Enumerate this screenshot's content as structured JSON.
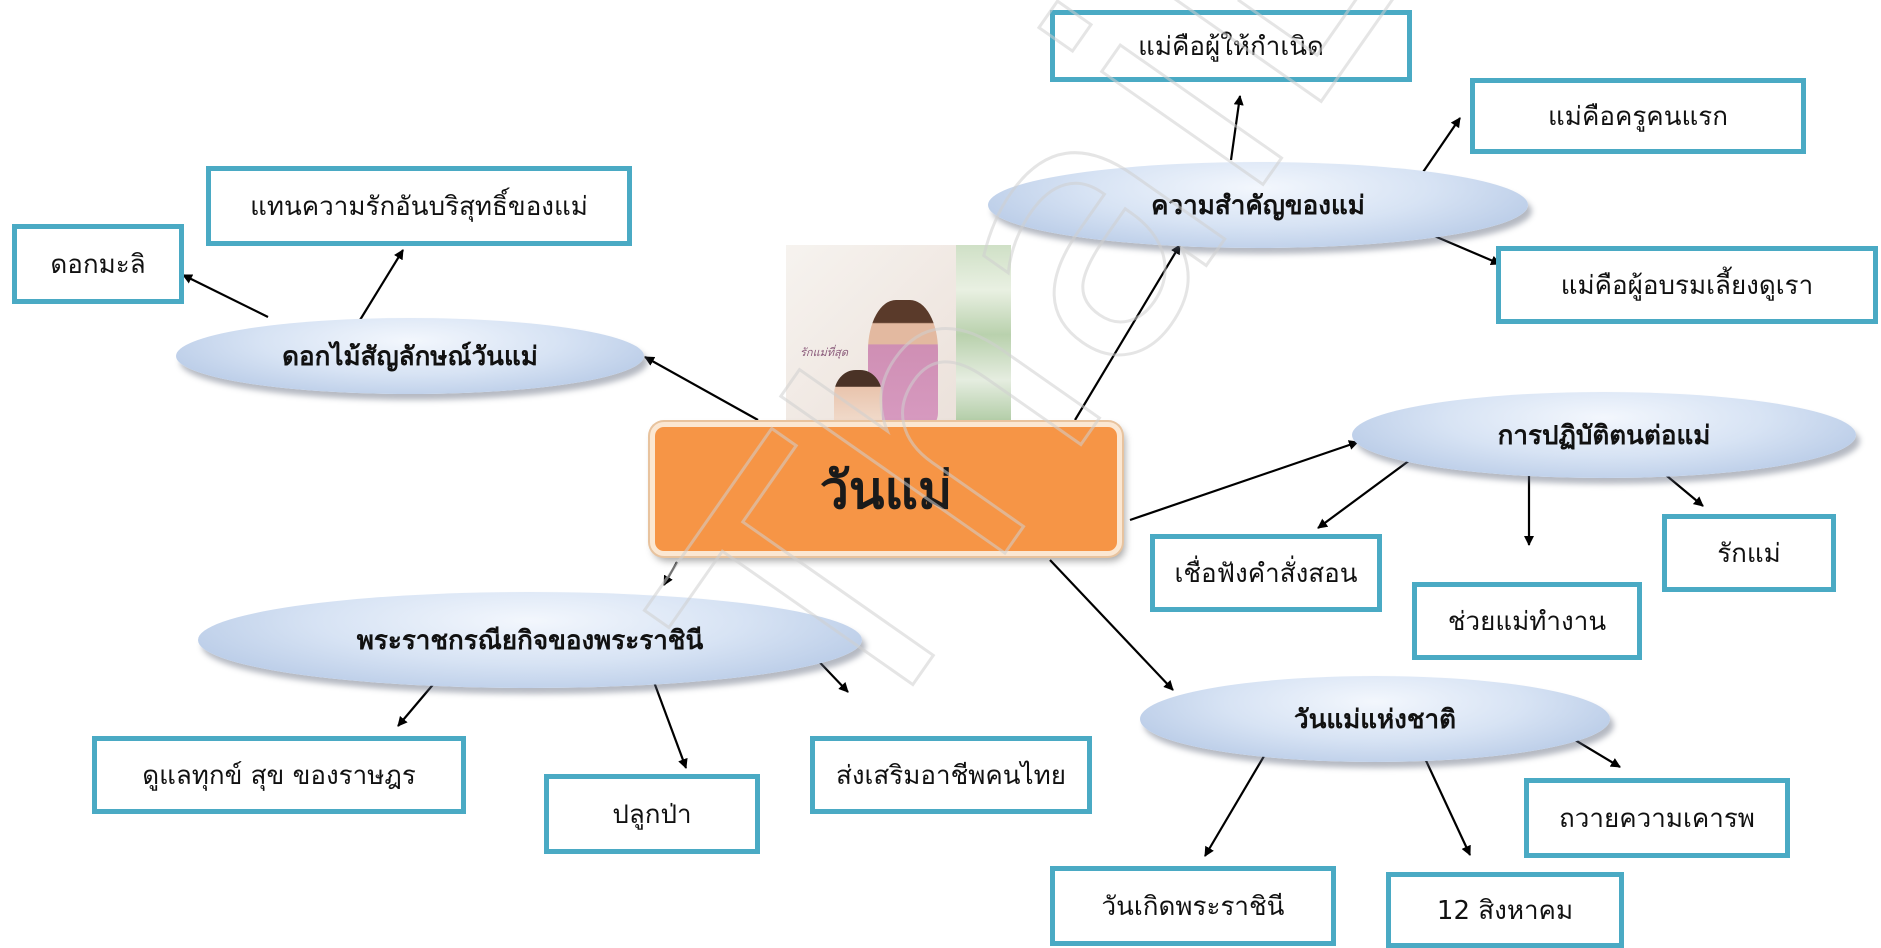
{
  "center": {
    "title": "วันแม่",
    "image_caption": "รักแม่ที่สุด"
  },
  "branches": {
    "flower": {
      "label": "ดอกไม้สัญลักษณ์วันแม่",
      "items": [
        "ดอกมะลิ",
        "แทนความรักอันบริสุทธิ์ของแม่"
      ]
    },
    "importance": {
      "label": "ความสำคัญของแม่",
      "items": [
        "แม่คือผู้ให้กำเนิด",
        "แม่คือครูคนแรก",
        "แม่คือผู้อบรมเลี้ยงดูเรา"
      ]
    },
    "conduct": {
      "label": "การปฏิบัติตนต่อแม่",
      "items": [
        "เชื่อฟังคำสั่งสอน",
        "ช่วยแม่ทำงาน",
        "รักแม่"
      ]
    },
    "national_day": {
      "label": "วันแม่แห่งชาติ",
      "items": [
        "วันเกิดพระราชินี",
        "12 สิงหาคม",
        "ถวายความเคารพ"
      ]
    },
    "royal_duties": {
      "label": "พระราชกรณียกิจของพระราชินี",
      "items": [
        "ดูแลทุกข์ สุข ของราษฎร",
        "ปลูกป่า",
        "ส่งเสริมอาชีพคนไทย"
      ]
    }
  },
  "watermark": "ThaiEC",
  "colors": {
    "box_border": "#4aaac4",
    "center_fill": "#f69546",
    "ellipse_fill": "#c9d9ef",
    "arrow": "#000000"
  }
}
